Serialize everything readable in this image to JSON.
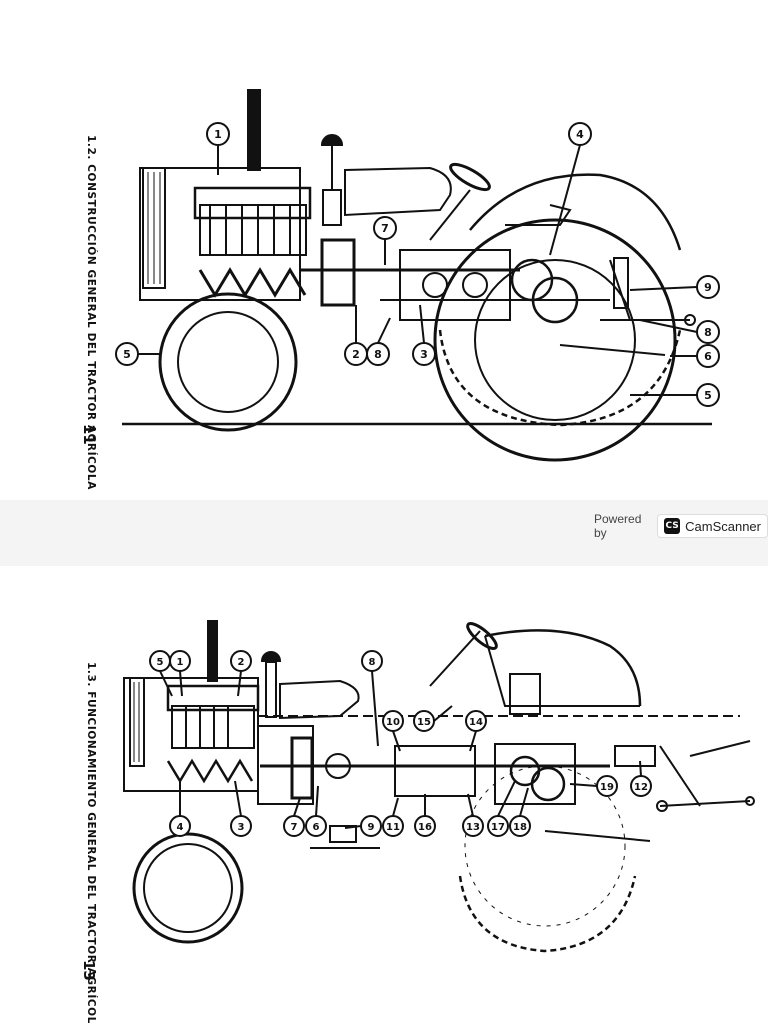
{
  "top_figure": {
    "caption": "1.2. CONSTRUCCIÓN GENERAL DEL TRACTOR AGRÍCOLA",
    "page_number": "11",
    "callouts": [
      "1",
      "4",
      "7",
      "5",
      "2",
      "8",
      "3",
      "9",
      "8",
      "6",
      "5"
    ]
  },
  "bottom_figure": {
    "caption": "1.3. FUNCIONAMIENTO GENERAL DEL TRACTOR AGRÍCOLA",
    "page_number": "13",
    "callouts": [
      "5",
      "1",
      "2",
      "8",
      "10",
      "15",
      "14",
      "4",
      "3",
      "7",
      "6",
      "9",
      "11",
      "16",
      "13",
      "17",
      "18",
      "19",
      "12"
    ]
  },
  "watermark": {
    "powered_by": "Powered by",
    "logo_letters": "CS",
    "brand": "CamScanner"
  }
}
